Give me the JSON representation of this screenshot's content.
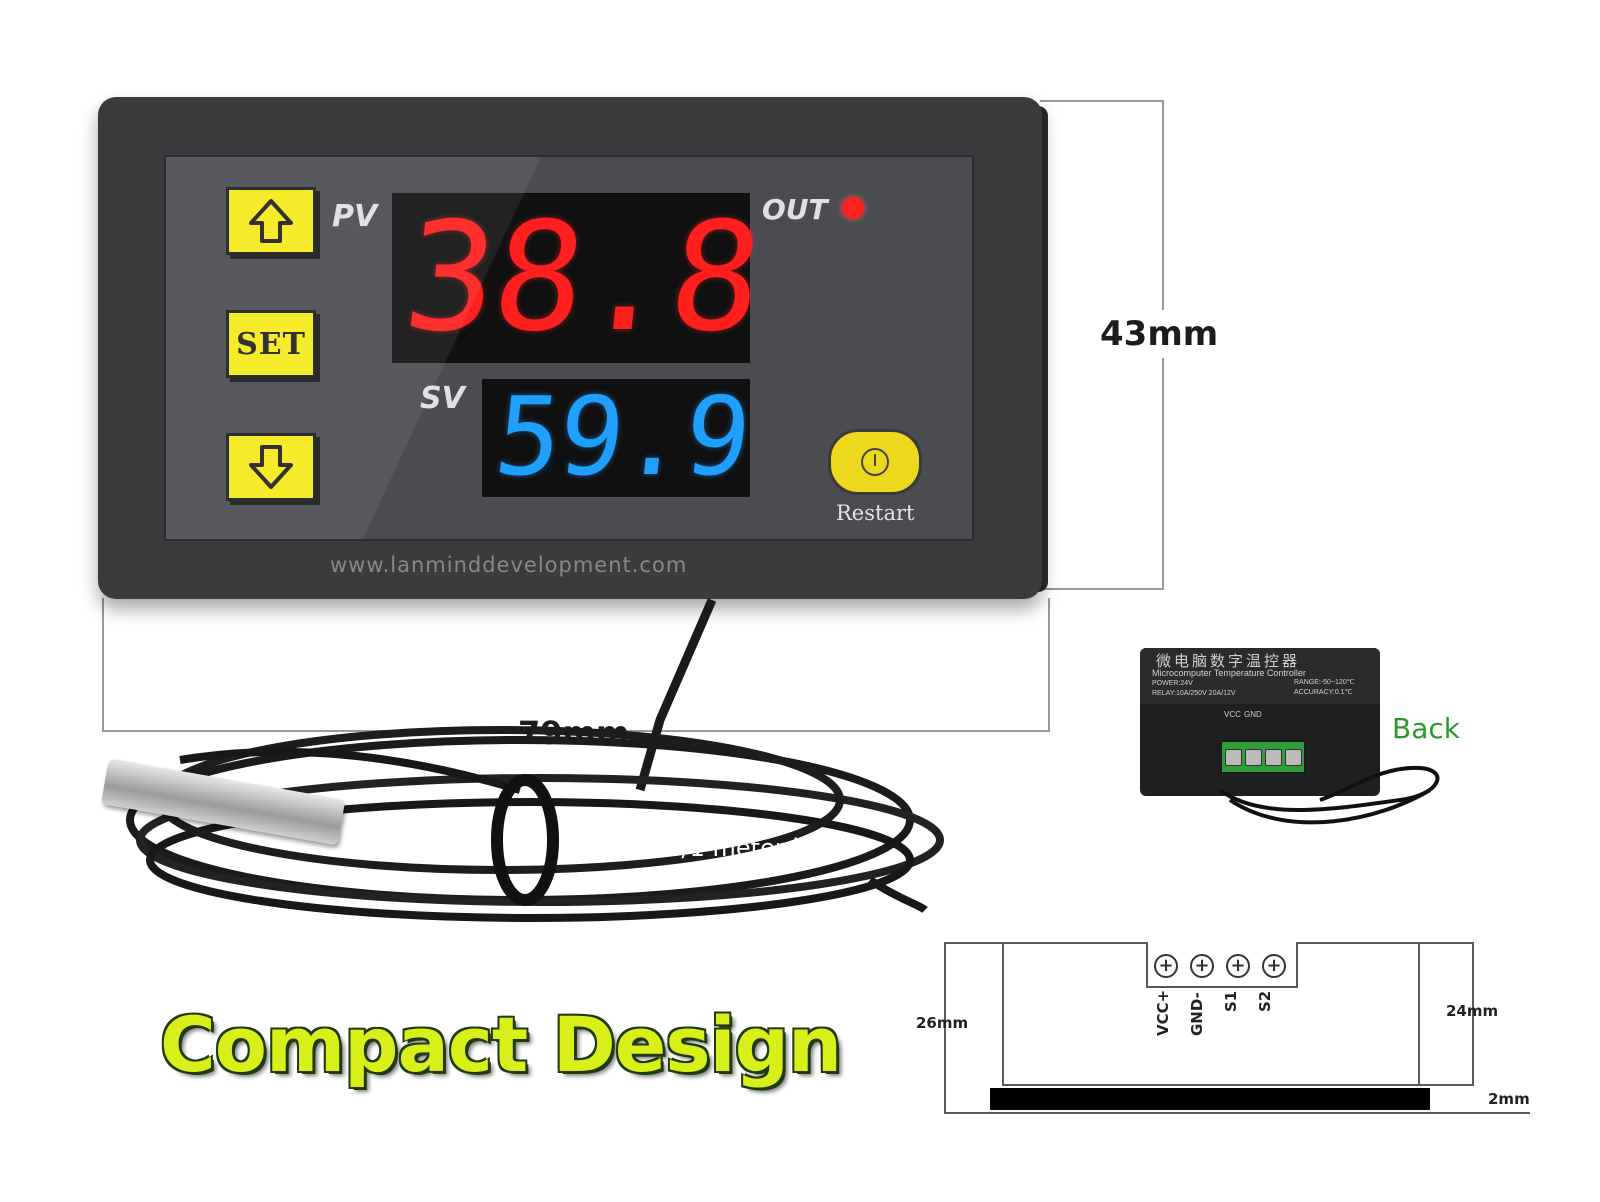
{
  "controller": {
    "pv_label": "PV",
    "sv_label": "SV",
    "out_label": "OUT",
    "pv_value": "38.8",
    "sv_value": "59.9",
    "set_label": "SET",
    "restart_label": "Restart",
    "up_icon": "up-arrow-icon",
    "down_icon": "down-arrow-icon",
    "watermark": "www.lanminddevelopment.com",
    "colors": {
      "pv": "#ff1f1f",
      "sv": "#1fa0ff",
      "keys": "#f4ea1a",
      "led": "#ff2020"
    }
  },
  "dimensions": {
    "height": "43mm",
    "width": "79mm"
  },
  "sensor": {
    "label": "Sensor w/1 meter line"
  },
  "back_view": {
    "label": "Back",
    "title_cn": "微电脑数字温控器",
    "title_en": "Microcomputer Temperature Controller",
    "power": "POWER:24V",
    "range": "RANGE:-50~120℃",
    "relay": "RELAY:10A/250V  20A/12V",
    "accuracy": "ACCURACY:0.1℃",
    "pins": [
      "VCC",
      "GND"
    ]
  },
  "headline": "Compact Design",
  "side_diagram": {
    "left_dim": "26mm",
    "right_dim": "24mm",
    "bottom_dim": "2mm",
    "pins": [
      "VCC+",
      "GND-",
      "S1",
      "S2"
    ]
  }
}
